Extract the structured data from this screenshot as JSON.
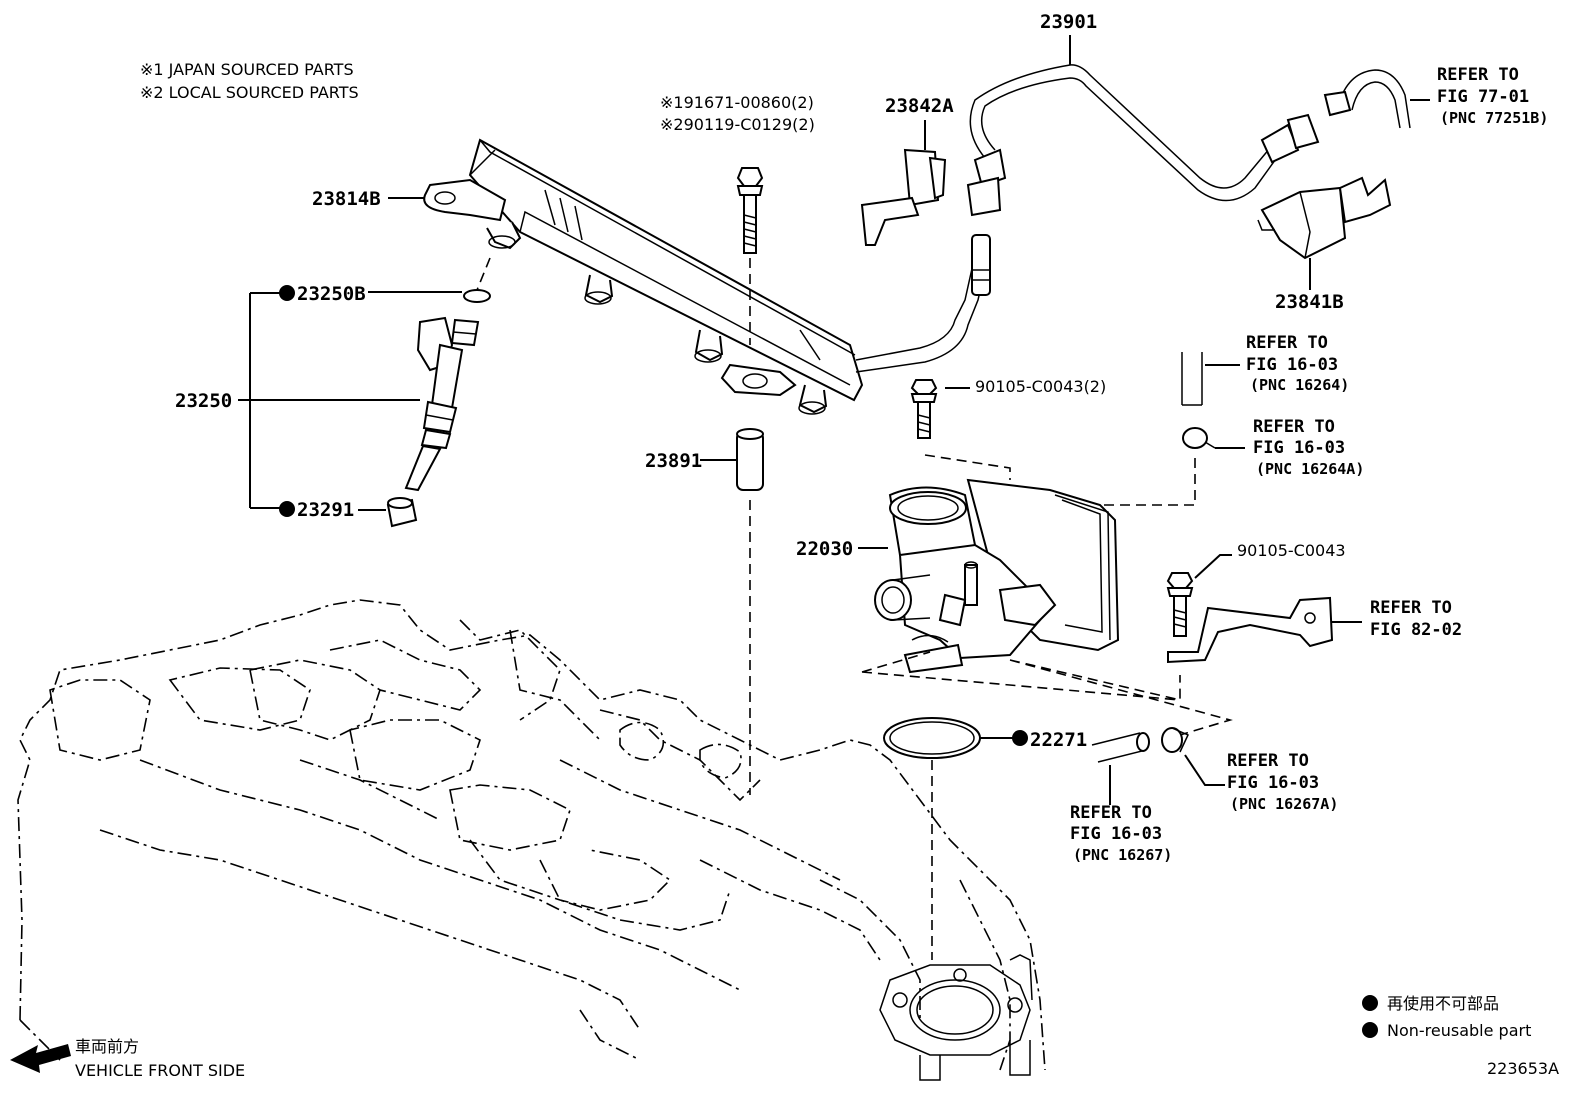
{
  "notes": {
    "japan": "※1 JAPAN SOURCED PARTS",
    "local": "※2 LOCAL SOURCED PARTS"
  },
  "bolt_numbers": {
    "a": "※191671-00860(2)",
    "b": "※290119-C0129(2)"
  },
  "parts": {
    "p23901": "23901",
    "p23842A": "23842A",
    "p23814B": "23814B",
    "p23841B": "23841B",
    "p23250B": "23250B",
    "p23250": "23250",
    "p23291": "23291",
    "p23891": "23891",
    "p22030": "22030",
    "p22271": "22271",
    "p90105_2": "90105-C0043(2)",
    "p90105": "90105-C0043"
  },
  "refs": {
    "r1": {
      "line1": "REFER TO",
      "line2": "FIG 77-01",
      "pnc": "(PNC 77251B)"
    },
    "r2": {
      "line1": "REFER TO",
      "line2": "FIG 16-03",
      "pnc": "(PNC 16264)"
    },
    "r3": {
      "line1": "REFER TO",
      "line2": "FIG 16-03",
      "pnc": "(PNC 16264A)"
    },
    "r4": {
      "line1": "REFER TO",
      "line2": "FIG 82-02"
    },
    "r5": {
      "line1": "REFER TO",
      "line2": "FIG 16-03",
      "pnc": "(PNC 16267A)"
    },
    "r6": {
      "line1": "REFER TO",
      "line2": "FIG 16-03",
      "pnc": "(PNC 16267)"
    }
  },
  "legend": {
    "jp": "再使用不可部品",
    "en": "Non-reusable part"
  },
  "front": {
    "jp": "車両前方",
    "en": "VEHICLE FRONT SIDE"
  },
  "diagram_id": "223653A"
}
